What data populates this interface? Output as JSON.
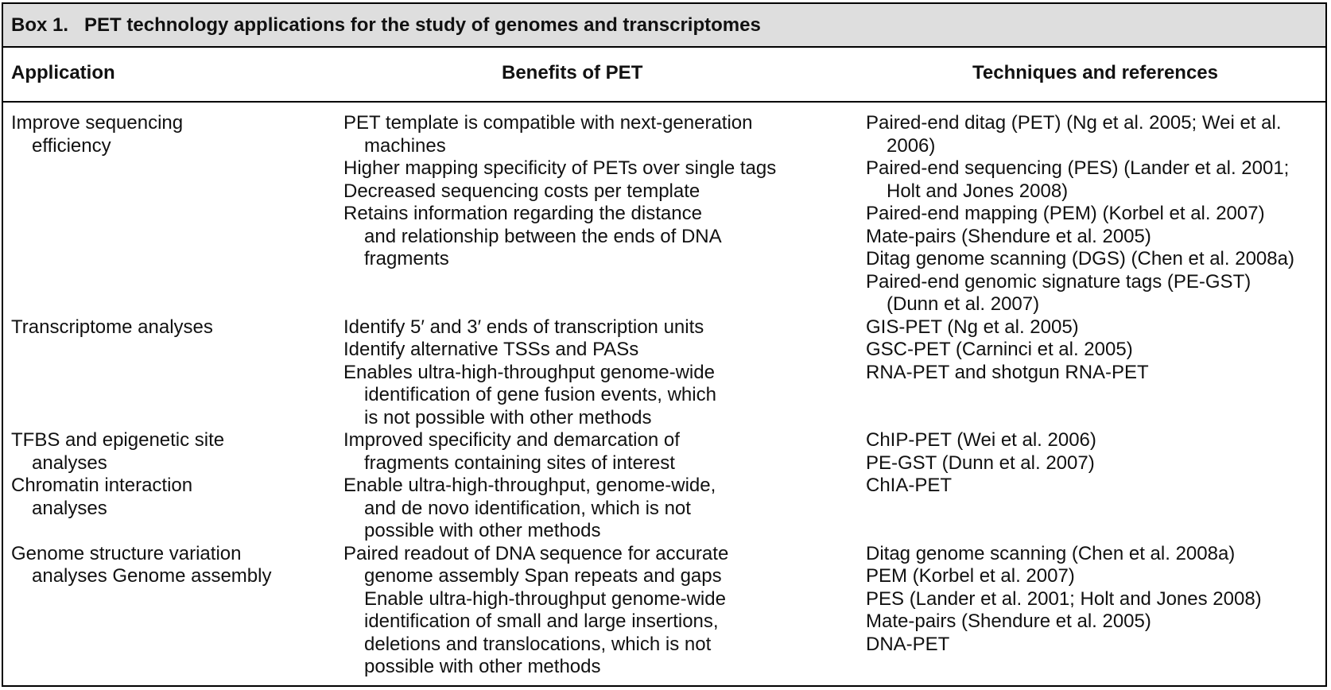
{
  "box": {
    "label": "Box 1.",
    "title": "PET technology applications for the study of genomes and transcriptomes"
  },
  "headers": {
    "application": "Application",
    "benefits": "Benefits of PET",
    "techniques": "Techniques and references"
  },
  "rows": [
    {
      "application": [
        {
          "text": "Improve sequencing",
          "indent": false
        },
        {
          "text": "efficiency",
          "indent": true
        }
      ],
      "benefits": [
        {
          "text": "PET template is compatible with next-generation",
          "indent": false
        },
        {
          "text": "machines",
          "indent": true
        },
        {
          "text": "Higher mapping specificity of PETs over single tags",
          "indent": false
        },
        {
          "text": "Decreased sequencing costs per template",
          "indent": false
        },
        {
          "text": "Retains information regarding the distance",
          "indent": false
        },
        {
          "text": "and relationship between the ends of DNA",
          "indent": true
        },
        {
          "text": "fragments",
          "indent": true
        }
      ],
      "techniques": [
        {
          "text": "Paired-end ditag (PET) (Ng et al. 2005; Wei et al.",
          "indent": false
        },
        {
          "text": "2006)",
          "indent": true
        },
        {
          "text": "Paired-end sequencing (PES) (Lander et al. 2001;",
          "indent": false
        },
        {
          "text": "Holt and Jones 2008)",
          "indent": true
        },
        {
          "text": "Paired-end mapping (PEM) (Korbel et al. 2007)",
          "indent": false
        },
        {
          "text": "Mate-pairs (Shendure et al. 2005)",
          "indent": false
        },
        {
          "text": "Ditag genome scanning (DGS) (Chen et al. 2008a)",
          "indent": false
        },
        {
          "text": "Paired-end genomic signature tags (PE-GST)",
          "indent": false
        },
        {
          "text": "(Dunn et al. 2007)",
          "indent": true
        }
      ]
    },
    {
      "application": [
        {
          "text": "Transcriptome analyses",
          "indent": false
        }
      ],
      "benefits": [
        {
          "text": "Identify 5′ and 3′ ends of transcription units",
          "indent": false
        },
        {
          "text": "Identify alternative TSSs and PASs",
          "indent": false
        },
        {
          "text": "Enables ultra-high-throughput genome-wide",
          "indent": false
        },
        {
          "text": "identification of gene fusion events, which",
          "indent": true
        },
        {
          "text": "is not possible with other methods",
          "indent": true
        }
      ],
      "techniques": [
        {
          "text": "GIS-PET (Ng et al. 2005)",
          "indent": false
        },
        {
          "text": "GSC-PET (Carninci et al. 2005)",
          "indent": false
        },
        {
          "text": "RNA-PET and shotgun RNA-PET",
          "indent": false
        }
      ]
    },
    {
      "application": [
        {
          "text": "TFBS and epigenetic site",
          "indent": false
        },
        {
          "text": "analyses",
          "indent": true
        }
      ],
      "benefits": [
        {
          "text": "Improved specificity and demarcation of",
          "indent": false
        },
        {
          "text": "fragments containing sites of interest",
          "indent": true
        }
      ],
      "techniques": [
        {
          "text": "ChIP-PET (Wei et al. 2006)",
          "indent": false
        },
        {
          "text": "PE-GST (Dunn et al. 2007)",
          "indent": false
        }
      ]
    },
    {
      "application": [
        {
          "text": "Chromatin interaction",
          "indent": false
        },
        {
          "text": "analyses",
          "indent": true
        }
      ],
      "benefits": [
        {
          "text": "Enable ultra-high-throughput, genome-wide,",
          "indent": false
        },
        {
          "text": "and de novo identification, which is not",
          "indent": true
        },
        {
          "text": "possible with other methods",
          "indent": true
        }
      ],
      "techniques": [
        {
          "text": "ChIA-PET",
          "indent": false
        }
      ]
    },
    {
      "application": [
        {
          "text": "Genome structure variation",
          "indent": false
        },
        {
          "text": "analyses Genome assembly",
          "indent": true
        }
      ],
      "benefits": [
        {
          "text": "Paired readout of DNA sequence for accurate",
          "indent": false
        },
        {
          "text": "genome assembly Span repeats and gaps",
          "indent": true
        },
        {
          "text": "Enable ultra-high-throughput genome-wide",
          "indent": true
        },
        {
          "text": "identification of small and large insertions,",
          "indent": true
        },
        {
          "text": "deletions and translocations, which is not",
          "indent": true
        },
        {
          "text": "possible with other methods",
          "indent": true
        }
      ],
      "techniques": [
        {
          "text": "Ditag genome scanning (Chen et al. 2008a)",
          "indent": false
        },
        {
          "text": "PEM (Korbel et al. 2007)",
          "indent": false
        },
        {
          "text": "PES (Lander et al. 2001; Holt and Jones 2008)",
          "indent": false
        },
        {
          "text": "Mate-pairs (Shendure et al. 2005)",
          "indent": false
        },
        {
          "text": "DNA-PET",
          "indent": false
        }
      ]
    }
  ]
}
